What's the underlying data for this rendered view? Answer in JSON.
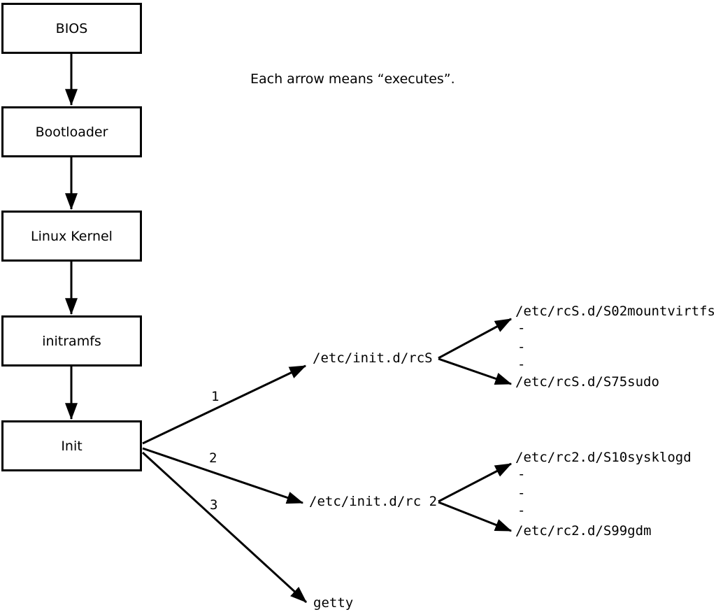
{
  "diagram": {
    "note": "Each arrow means “executes”.",
    "boxes": [
      {
        "label": "BIOS"
      },
      {
        "label": "Bootloader"
      },
      {
        "label": "Linux Kernel"
      },
      {
        "label": "initramfs"
      },
      {
        "label": "Init"
      }
    ],
    "edge_labels": [
      "1",
      "2",
      "3"
    ],
    "rcS": {
      "label": "/etc/init.d/rcS",
      "first": "/etc/rcS.d/S02mountvirtfs",
      "dots": [
        "-",
        "-",
        "-"
      ],
      "last": "/etc/rcS.d/S75sudo"
    },
    "rc2": {
      "label": "/etc/init.d/rc 2",
      "first": "/etc/rc2.d/S10sysklogd",
      "dots": [
        "-",
        "-",
        "-"
      ],
      "last": "/etc/rc2.d/S99gdm"
    },
    "getty_label": "getty",
    "colors": {
      "line": "#000000",
      "background": "#ffffff",
      "box_fill": "#ffffff"
    }
  }
}
